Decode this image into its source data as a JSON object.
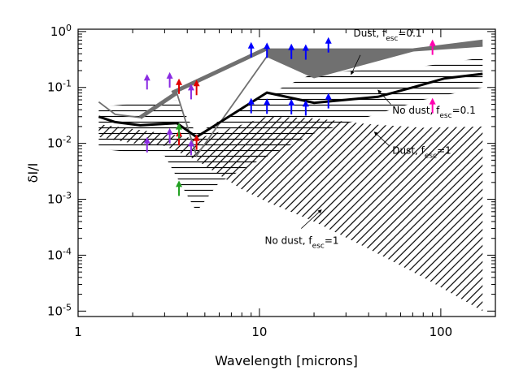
{
  "chart_data": {
    "type": "line",
    "x_scale": "log",
    "y_scale": "log",
    "xlim": [
      1,
      200
    ],
    "ylim": [
      8e-06,
      1.1
    ],
    "xlabel": "Wavelength [microns]",
    "ylabel": "δI/I",
    "x_ticks": [
      {
        "v": 1,
        "label": "1"
      },
      {
        "v": 10,
        "label": "10"
      },
      {
        "v": 100,
        "label": "100"
      }
    ],
    "y_ticks": [
      {
        "v": 1e-05,
        "base": "10",
        "exp": "-5"
      },
      {
        "v": 0.0001,
        "base": "10",
        "exp": "-4"
      },
      {
        "v": 0.001,
        "base": "10",
        "exp": "-3"
      },
      {
        "v": 0.01,
        "base": "10",
        "exp": "-2"
      },
      {
        "v": 0.1,
        "base": "10",
        "exp": "-1"
      },
      {
        "v": 1,
        "base": "10",
        "exp": "0"
      }
    ],
    "series": [
      {
        "name": "Dust, f_esc=0.1",
        "style": "band-gray",
        "color": "#707070",
        "points": [
          [
            1.3,
            0.055
          ],
          [
            1.6,
            0.033
          ],
          [
            2.2,
            0.029
          ],
          [
            3.5,
            0.08
          ],
          [
            4.5,
            0.006
          ],
          [
            11,
            0.36
          ],
          [
            20,
            0.15
          ],
          [
            70,
            0.45
          ],
          [
            170,
            0.55
          ]
        ],
        "upper": [
          [
            3.3,
            0.08
          ],
          [
            11,
            0.5
          ],
          [
            70,
            0.5
          ],
          [
            170,
            0.72
          ]
        ]
      },
      {
        "name": "No dust, f_esc=0.1",
        "style": "thick-black",
        "color": "#000000",
        "points": [
          [
            1.3,
            0.03
          ],
          [
            1.6,
            0.024
          ],
          [
            2.2,
            0.021
          ],
          [
            3.5,
            0.023
          ],
          [
            4.5,
            0.013
          ],
          [
            11,
            0.081
          ],
          [
            20,
            0.053
          ],
          [
            45,
            0.068
          ],
          [
            70,
            0.1
          ],
          [
            105,
            0.145
          ],
          [
            170,
            0.175
          ]
        ]
      },
      {
        "name": "Dust, f_esc=1",
        "style": "horizontal-hatch",
        "color": "#000000",
        "upper": [
          [
            1.3,
            0.045
          ],
          [
            3.5,
            0.06
          ],
          [
            4.5,
            0.015
          ],
          [
            11,
            0.075
          ],
          [
            20,
            0.18
          ],
          [
            80,
            0.24
          ],
          [
            170,
            0.34
          ]
        ],
        "lower": [
          [
            1.3,
            0.008
          ],
          [
            3,
            0.006
          ],
          [
            4.5,
            0.0006
          ],
          [
            6,
            0.002
          ],
          [
            10,
            0.005
          ],
          [
            20,
            0.015
          ],
          [
            40,
            0.03
          ],
          [
            80,
            0.06
          ],
          [
            170,
            0.1
          ]
        ]
      },
      {
        "name": "No dust, f_esc=1",
        "style": "diagonal-hatch",
        "color": "#000000",
        "upper": [
          [
            1.3,
            0.022
          ],
          [
            3.5,
            0.014
          ],
          [
            4.5,
            0.012
          ],
          [
            11,
            0.03
          ],
          [
            20,
            0.028
          ],
          [
            40,
            0.022
          ],
          [
            80,
            0.019
          ],
          [
            170,
            0.02
          ]
        ],
        "lower": [
          [
            1.3,
            0.013
          ],
          [
            2,
            0.01
          ],
          [
            3,
            0.009
          ],
          [
            4.5,
            0.005
          ],
          [
            8,
            0.0015
          ],
          [
            11,
            0.0009
          ],
          [
            20,
            0.0004
          ],
          [
            40,
            0.00013
          ],
          [
            80,
            4e-05
          ],
          [
            170,
            1e-05
          ]
        ]
      }
    ],
    "limits": [
      {
        "x": 2.4,
        "y": 0.12,
        "color": "#8a2be2"
      },
      {
        "x": 3.2,
        "y": 0.13,
        "color": "#8a2be2"
      },
      {
        "x": 3.6,
        "y": 0.1,
        "color": "#e00000"
      },
      {
        "x": 4.2,
        "y": 0.08,
        "color": "#8a2be2"
      },
      {
        "x": 4.5,
        "y": 0.095,
        "color": "#e00000"
      },
      {
        "x": 9,
        "y": 0.45,
        "color": "#0000ff"
      },
      {
        "x": 11,
        "y": 0.44,
        "color": "#0000ff"
      },
      {
        "x": 15,
        "y": 0.42,
        "color": "#0000ff"
      },
      {
        "x": 18,
        "y": 0.41,
        "color": "#0000ff"
      },
      {
        "x": 24,
        "y": 0.55,
        "color": "#0000ff"
      },
      {
        "x": 9,
        "y": 0.045,
        "color": "#0000ff"
      },
      {
        "x": 11,
        "y": 0.044,
        "color": "#0000ff"
      },
      {
        "x": 15,
        "y": 0.043,
        "color": "#0000ff"
      },
      {
        "x": 18,
        "y": 0.041,
        "color": "#0000ff"
      },
      {
        "x": 24,
        "y": 0.055,
        "color": "#0000ff"
      },
      {
        "x": 90,
        "y": 0.5,
        "color": "#ff00b0"
      },
      {
        "x": 90,
        "y": 0.045,
        "color": "#ff00b0"
      },
      {
        "x": 2.4,
        "y": 0.009,
        "color": "#8a2be2"
      },
      {
        "x": 3.2,
        "y": 0.013,
        "color": "#8a2be2"
      },
      {
        "x": 3.6,
        "y": 0.012,
        "color": "#e00000"
      },
      {
        "x": 3.6,
        "y": 0.016,
        "color": "#20a020"
      },
      {
        "x": 4.2,
        "y": 0.008,
        "color": "#8a2be2"
      },
      {
        "x": 4.5,
        "y": 0.01,
        "color": "#e00000"
      },
      {
        "x": 3.6,
        "y": 0.0015,
        "color": "#20a020"
      }
    ],
    "annotations": [
      {
        "name": "Dust",
        "sub": "esc",
        "value": "=0.1",
        "x": 33,
        "y": 0.82,
        "ax": 36,
        "ay": 0.38,
        "tx": 32,
        "ty": 0.17,
        "anchor": "start"
      },
      {
        "name": "No dust",
        "sub": "esc",
        "value": "=0.1",
        "x": 54,
        "y": 0.034,
        "ax": 53,
        "ay": 0.05,
        "tx": 45,
        "ty": 0.09,
        "anchor": "start"
      },
      {
        "name": "Dust",
        "sub": "esc",
        "value": "=1",
        "x": 54,
        "y": 0.0065,
        "ax": 52,
        "ay": 0.009,
        "tx": 43,
        "ty": 0.016,
        "anchor": "start"
      },
      {
        "name": "No dust",
        "sub": "esc",
        "value": "=1",
        "x": 10.7,
        "y": 0.00016,
        "ax": 17,
        "ay": 0.0003,
        "tx": 22,
        "ty": 0.00065,
        "anchor": "start"
      }
    ],
    "grid": false
  }
}
